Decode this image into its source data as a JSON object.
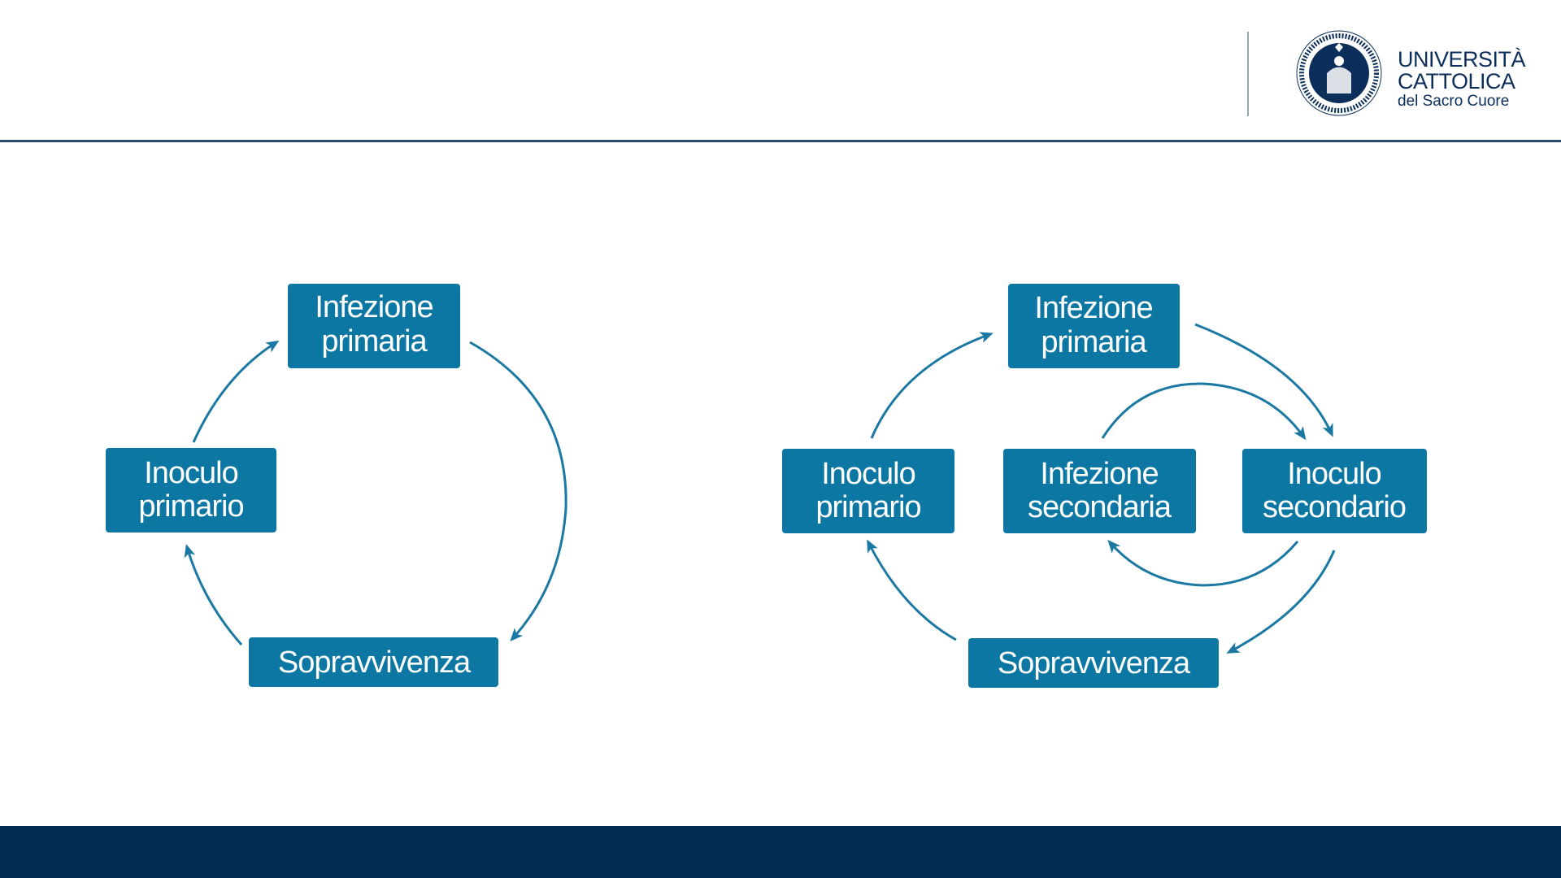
{
  "header": {
    "logo": {
      "line1": "UNIVERSITÀ",
      "line2": "CATTOLICA",
      "line3": "del Sacro Cuore",
      "seal_text": "UNIVERSITAS CATHOLICA SACRI CORDIS IESU MEDIOLANI"
    }
  },
  "diagram_left": {
    "infezione_primaria": [
      "Infezione",
      "primaria"
    ],
    "inoculo_primario": [
      "Inoculo",
      "primario"
    ],
    "sopravvivenza": "Sopravvivenza"
  },
  "diagram_right": {
    "infezione_primaria": [
      "Infezione",
      "primaria"
    ],
    "inoculo_primario": [
      "Inoculo",
      "primario"
    ],
    "infezione_secondaria": [
      "Infezione",
      "secondaria"
    ],
    "inoculo_secondario": [
      "Inoculo",
      "secondario"
    ],
    "sopravvivenza": "Sopravvivenza"
  },
  "colors": {
    "box": "#0c77a2",
    "navy": "#032b52"
  }
}
